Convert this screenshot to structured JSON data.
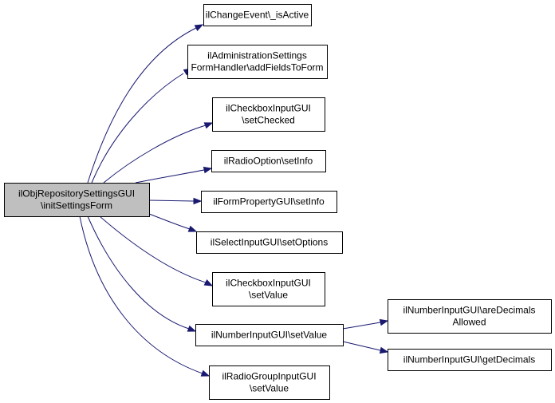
{
  "colors": {
    "edge": "#191970",
    "root_fill": "#bfbfbf",
    "node_fill": "#ffffff",
    "border": "#000000"
  },
  "nodes": [
    {
      "id": "root",
      "lines": [
        "ilObjRepositorySettingsGUI",
        "\\initSettingsForm"
      ]
    },
    {
      "id": "n1",
      "lines": [
        "ilChangeEvent\\_isActive"
      ]
    },
    {
      "id": "n2",
      "lines": [
        "ilAdministrationSettings",
        "FormHandler\\addFieldsToForm"
      ]
    },
    {
      "id": "n3",
      "lines": [
        "ilCheckboxInputGUI",
        "\\setChecked"
      ]
    },
    {
      "id": "n4",
      "lines": [
        "ilRadioOption\\setInfo"
      ]
    },
    {
      "id": "n5",
      "lines": [
        "ilFormPropertyGUI\\setInfo"
      ]
    },
    {
      "id": "n6",
      "lines": [
        "ilSelectInputGUI\\setOptions"
      ]
    },
    {
      "id": "n7",
      "lines": [
        "ilCheckboxInputGUI",
        "\\setValue"
      ]
    },
    {
      "id": "n8",
      "lines": [
        "ilNumberInputGUI\\setValue"
      ]
    },
    {
      "id": "n9",
      "lines": [
        "ilRadioGroupInputGUI",
        "\\setValue"
      ]
    },
    {
      "id": "n10",
      "lines": [
        "ilNumberInputGUI\\areDecimals",
        "Allowed"
      ]
    },
    {
      "id": "n11",
      "lines": [
        "ilNumberInputGUI\\getDecimals"
      ]
    }
  ],
  "edges": [
    {
      "from": "root",
      "to": "n1"
    },
    {
      "from": "root",
      "to": "n2"
    },
    {
      "from": "root",
      "to": "n3"
    },
    {
      "from": "root",
      "to": "n4"
    },
    {
      "from": "root",
      "to": "n5"
    },
    {
      "from": "root",
      "to": "n6"
    },
    {
      "from": "root",
      "to": "n7"
    },
    {
      "from": "root",
      "to": "n8"
    },
    {
      "from": "root",
      "to": "n9"
    },
    {
      "from": "n8",
      "to": "n10"
    },
    {
      "from": "n8",
      "to": "n11"
    }
  ]
}
